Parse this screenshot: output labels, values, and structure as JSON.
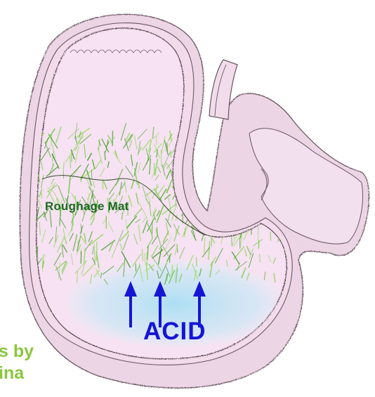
{
  "labels": {
    "roughage": "Roughage Mat",
    "acid": "ACID",
    "credit_line_1": "s by",
    "credit_line_2": "ina"
  },
  "colors": {
    "roughage_text": "#1d6b22",
    "acid_text": "#1515d6",
    "credit_text": "#8cc63e",
    "arrow": "#1515d6",
    "stomach_wall": "#ecd6e6",
    "stomach_inner": "#f4dff0",
    "fiber_green": "#7fd14a",
    "acid_blue": "#b9e4f5",
    "outline": "#6a5560"
  },
  "arrows": {
    "count": 3,
    "direction": "up"
  }
}
